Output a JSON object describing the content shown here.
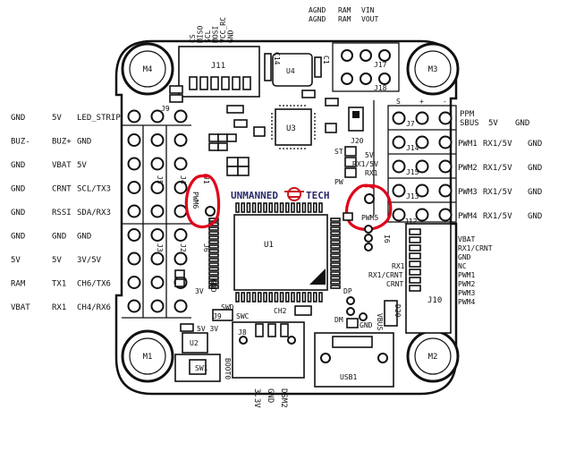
{
  "left_labels": [
    [
      "GND",
      "5V",
      "LED_STRIP"
    ],
    [
      "BUZ-",
      "BUZ+",
      "GND"
    ],
    [
      "GND",
      "VBAT",
      "5V"
    ],
    [
      "GND",
      "CRNT",
      "SCL/TX3"
    ],
    [
      "GND",
      "RSSI",
      "SDA/RX3"
    ],
    [
      "GND",
      "GND",
      "GND"
    ],
    [
      "5V",
      "5V",
      "3V/5V"
    ],
    [
      "RAM",
      "TX1",
      "CH6/TX6"
    ],
    [
      "VBAT",
      "RX1",
      "CH4/RX6"
    ]
  ],
  "right_labels": [
    [
      "PPM SBUS",
      "5V",
      "GND"
    ],
    [
      "PWM1",
      "RX1/5V",
      "GND"
    ],
    [
      "PWM2",
      "RX1/5V",
      "GND"
    ],
    [
      "PWM3",
      "RX1/5V",
      "GND"
    ],
    [
      "PWM4",
      "RX1/5V",
      "GND"
    ]
  ],
  "top": {
    "j11_pins": [
      "CS",
      "MISO",
      "SCL",
      "MOSI",
      "VCC_RC",
      "GND"
    ],
    "agnd_col": [
      "AGND",
      "AGND"
    ],
    "ram_col": [
      "RAM",
      "RAM"
    ],
    "vin_col": [
      "VIN",
      "VOUT"
    ]
  },
  "mounts": [
    "M4",
    "M3",
    "M1",
    "M2"
  ],
  "components": {
    "j11": "J11",
    "j9": "J9",
    "j5": "J5",
    "j4": "J4",
    "j1": "J1",
    "j3": "J3",
    "j2": "J2",
    "j6": "J6",
    "c14": "C14",
    "c1": "C1",
    "u4": "U4",
    "u3": "U3",
    "u1": "U1",
    "u2": "U2",
    "j17": "J17",
    "j18": "J18",
    "j7": "J7",
    "j14": "J14",
    "j15": "J15",
    "j13": "J13",
    "j12": "J12",
    "j20": "J20",
    "j10": "J10",
    "j8": "J8",
    "usb1": "USB1",
    "sw1": "SW1",
    "boot0": "BOOT0",
    "ch2": "CH2",
    "i6": "I6",
    "st": "ST",
    "pwm_box": "PW",
    "swd": "SWD",
    "swc": "SWC",
    "dp": "DP",
    "dm": "DM",
    "gnd_small": "GND",
    "v3": "3V",
    "v5_3v": "5V 3V",
    "vbus": "VBUS",
    "d20": "D20",
    "rx1": "RX1",
    "rx1_crnt": "RX1/CRNT",
    "crnt": "CRNT",
    "mid_5v": "5V",
    "mid_rx1": "RX1/5V",
    "mid_rx1b": "RX1"
  },
  "right_col_j10": [
    "VBAT",
    "RX1/CRNT",
    "GND",
    "NC",
    "PWM1",
    "PWM2",
    "PWM3",
    "PWM4"
  ],
  "top_right_signs": [
    "S",
    "+",
    "-"
  ],
  "brand": "UNMANNED",
  "brand2": "TECH",
  "pwm6": "PWM6",
  "pwm5": "PWM5",
  "bottom_labels": [
    "3.3V",
    "GND",
    "DSM2"
  ],
  "gnd_v": "GND",
  "v3_under": "3V"
}
